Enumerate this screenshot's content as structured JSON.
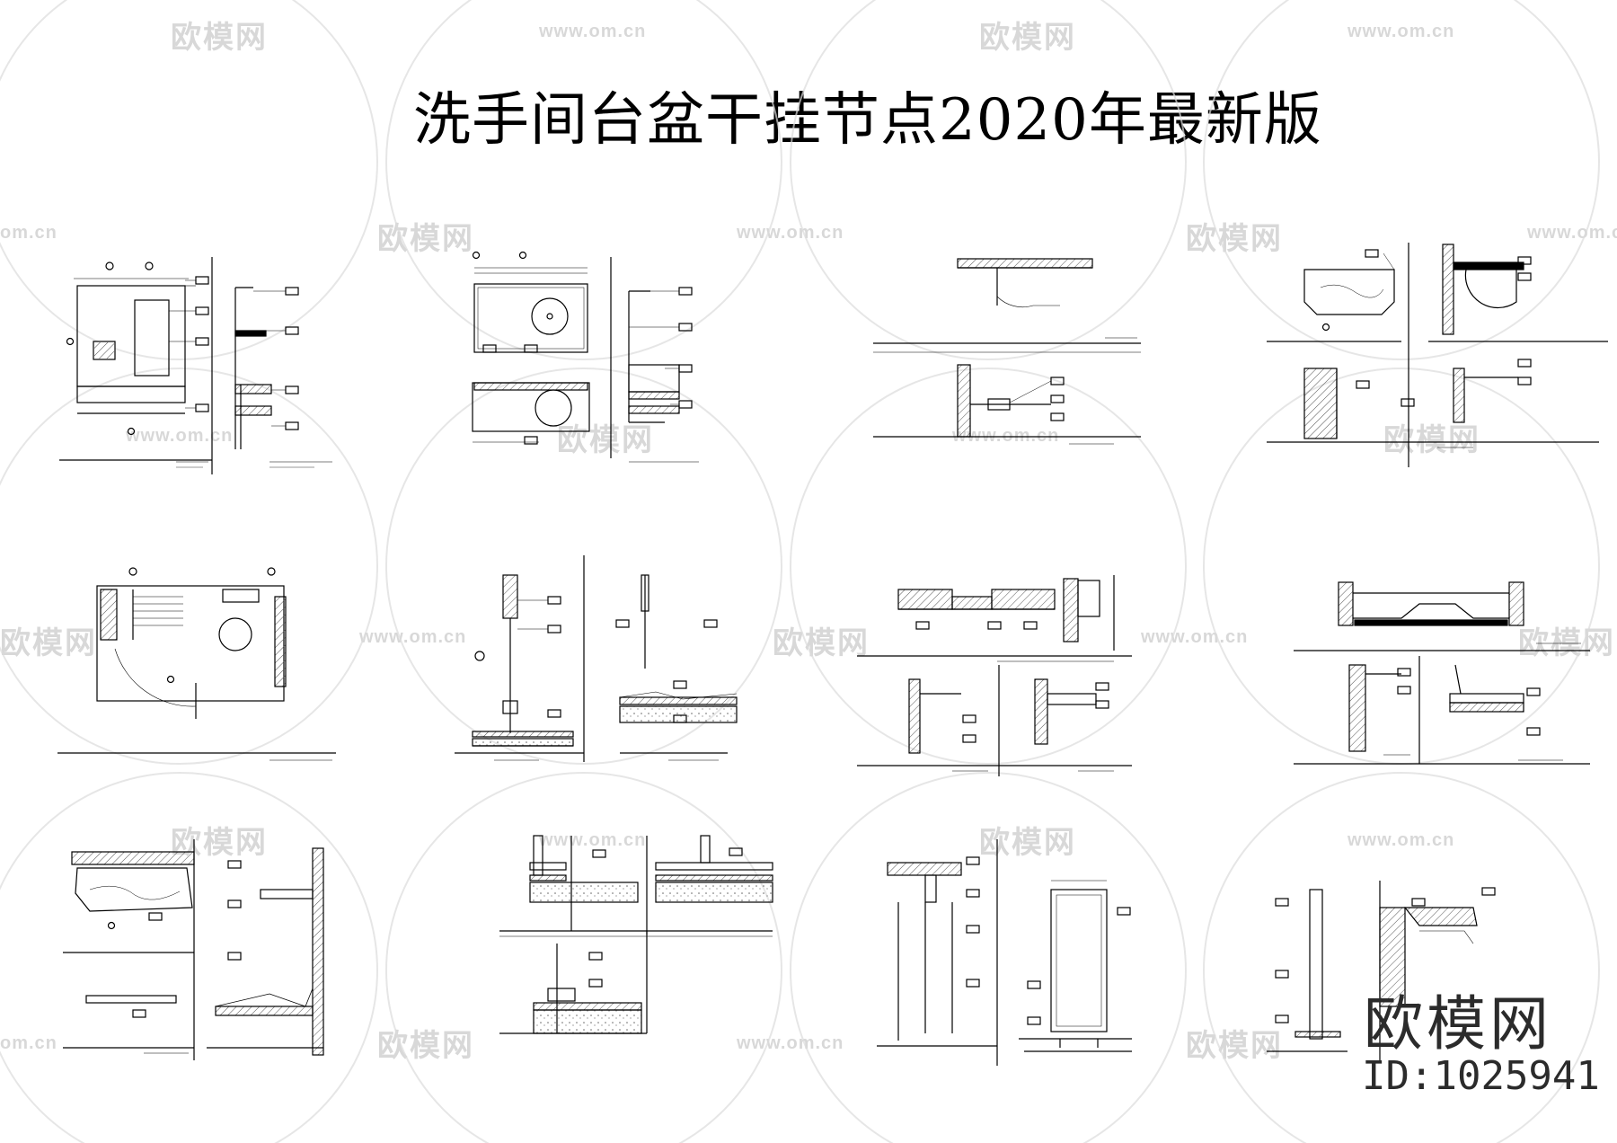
{
  "page": {
    "title": "洗手间台盆干挂节点2020年最新版"
  },
  "watermark": {
    "brand_cn": "欧模网",
    "site": "www.om.cn",
    "site_short": "om.cn"
  },
  "footer": {
    "brand": "欧模网",
    "id_text": "ID:1025941"
  }
}
